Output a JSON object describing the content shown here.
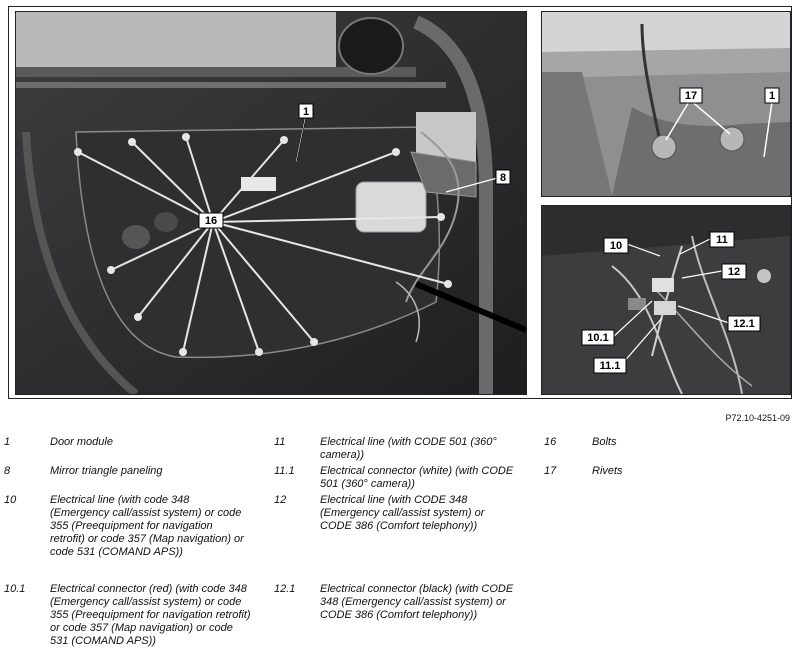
{
  "figure": {
    "reference": "P72.10-4251-09",
    "callouts": {
      "door_module": "1",
      "mirror_triangle": "8",
      "bolts": "16",
      "rivets": "17",
      "rivets_door_module": "1",
      "line_10": "10",
      "line_11": "11",
      "line_12": "12",
      "conn_10_1": "10.1",
      "conn_11_1": "11.1",
      "conn_12_1": "12.1"
    }
  },
  "legend": {
    "col1": [
      {
        "num": "1",
        "text": "Door module"
      },
      {
        "num": "8",
        "text": "Mirror triangle paneling"
      },
      {
        "num": "10",
        "text": "Electrical line (with code 348 (Emergency call/assist system) or code 355 (Preequipment for navigation retrofit) or code 357 (Map navigation) or code 531 (COMAND APS))"
      },
      {
        "num": "10.1",
        "text": "Electrical connector (red) (with code 348 (Emergency call/assist system) or code 355 (Preequipment for navigation retrofit) or code 357 (Map navigation) or code 531 (COMAND APS))"
      }
    ],
    "col2": [
      {
        "num": "11",
        "text": "Electrical line (with CODE 501 (360° camera))"
      },
      {
        "num": "11.1",
        "text": "Electrical connector (white) (with CODE 501 (360° camera))"
      },
      {
        "num": "12",
        "text": "Electrical line (with CODE 348 (Emergency call/assist system) or CODE 386 (Comfort telephony))"
      },
      {
        "num": "12.1",
        "text": "Electrical connector (black) (with CODE 348 (Emergency call/assist system) or CODE 386 (Comfort telephony))"
      }
    ],
    "col3": [
      {
        "num": "16",
        "text": "Bolts"
      },
      {
        "num": "17",
        "text": "Rivets"
      }
    ]
  }
}
